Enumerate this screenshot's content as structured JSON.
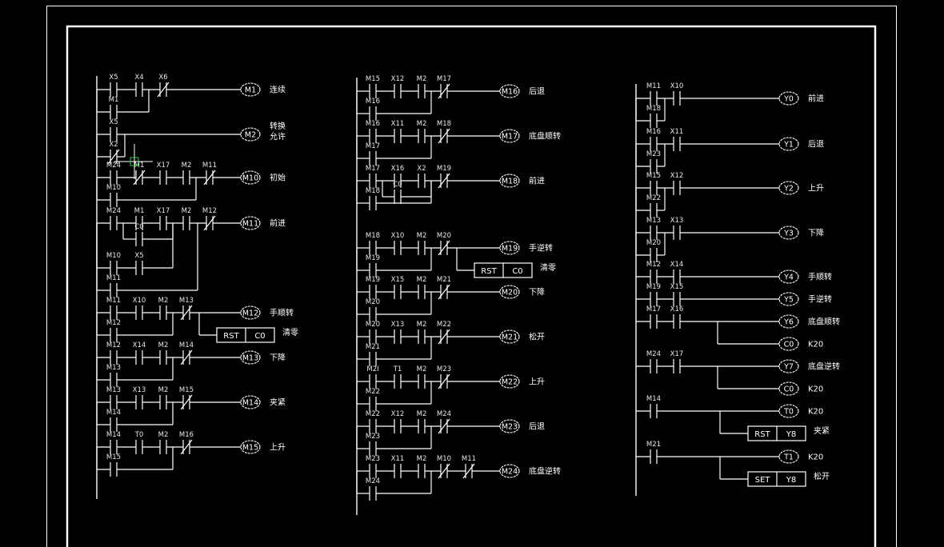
{
  "app": {
    "title": "PLC ladder diagram (CAD view)"
  },
  "cursor": {
    "label": "cad-crosshair-cursor",
    "pickbox_color": "#3cc85a"
  },
  "colors": {
    "background": "#000000",
    "lines": "#ffffff"
  },
  "columns": [
    {
      "name": "left",
      "rungs": [
        {
          "contacts": [
            {
              "l": "X5",
              "t": "no"
            },
            {
              "l": "X4",
              "t": "no"
            },
            {
              "l": "X6",
              "t": "nc"
            }
          ],
          "branches": [
            {
              "l": "M1",
              "t": "no",
              "from": 0,
              "to": 2
            }
          ],
          "coil": "M1",
          "comment": "连续"
        },
        {
          "contacts": [
            {
              "l": "X5",
              "t": "no"
            }
          ],
          "branches": [
            {
              "l": "X2",
              "t": "nc",
              "from": 0,
              "to": 1
            }
          ],
          "coil": "M2",
          "comment": "转换\n允许"
        },
        {
          "contacts": [
            {
              "l": "M24",
              "t": "no"
            },
            {
              "l": "M1",
              "t": "nc"
            },
            {
              "l": "X17",
              "t": "no"
            },
            {
              "l": "M2",
              "t": "no"
            },
            {
              "l": "M11",
              "t": "nc"
            }
          ],
          "branches": [
            {
              "l": "M10",
              "t": "no",
              "from": 0,
              "to": 4
            }
          ],
          "coil": "M10",
          "comment": "初始"
        },
        {
          "contacts": [
            {
              "l": "M24",
              "t": "no"
            },
            {
              "l": "M1",
              "t": "no"
            },
            {
              "l": "X17",
              "t": "no"
            },
            {
              "l": "M2",
              "t": "no"
            },
            {
              "l": "M12",
              "t": "nc"
            }
          ],
          "branches": [
            {
              "l": "C0",
              "t": "no",
              "from": 1,
              "to": 3,
              "col": 1
            },
            {
              "l": "M10",
              "t": "no",
              "from": 0,
              "to": 3,
              "extra": {
                "l": "X5",
                "t": "no"
              }
            },
            {
              "l": "M11",
              "t": "no",
              "from": 0,
              "to": 4
            }
          ],
          "coil": "M11",
          "comment": "前进"
        },
        {
          "contacts": [
            {
              "l": "M11",
              "t": "no"
            },
            {
              "l": "X10",
              "t": "no"
            },
            {
              "l": "M2",
              "t": "no"
            },
            {
              "l": "M13",
              "t": "nc"
            }
          ],
          "branches": [
            {
              "l": "M12",
              "t": "no",
              "from": 0,
              "to": 3
            }
          ],
          "coil": "M12",
          "comment": "手顺转",
          "box": {
            "op": "RST",
            "arg": "C0",
            "comment": "清零"
          }
        },
        {
          "contacts": [
            {
              "l": "M12",
              "t": "no"
            },
            {
              "l": "X14",
              "t": "no"
            },
            {
              "l": "M2",
              "t": "no"
            },
            {
              "l": "M14",
              "t": "nc"
            }
          ],
          "branches": [
            {
              "l": "M13",
              "t": "no",
              "from": 0,
              "to": 3
            }
          ],
          "coil": "M13",
          "comment": "下降"
        },
        {
          "contacts": [
            {
              "l": "M13",
              "t": "no"
            },
            {
              "l": "X13",
              "t": "no"
            },
            {
              "l": "M2",
              "t": "no"
            },
            {
              "l": "M15",
              "t": "nc"
            }
          ],
          "branches": [
            {
              "l": "M14",
              "t": "no",
              "from": 0,
              "to": 3
            }
          ],
          "coil": "M14",
          "comment": "夹紧"
        },
        {
          "contacts": [
            {
              "l": "M14",
              "t": "no"
            },
            {
              "l": "T0",
              "t": "no"
            },
            {
              "l": "M2",
              "t": "no"
            },
            {
              "l": "M16",
              "t": "nc"
            }
          ],
          "branches": [
            {
              "l": "M15",
              "t": "no",
              "from": 0,
              "to": 3
            }
          ],
          "coil": "M15",
          "comment": "上升"
        }
      ]
    },
    {
      "name": "middle",
      "rungs": [
        {
          "contacts": [
            {
              "l": "M15",
              "t": "no"
            },
            {
              "l": "X12",
              "t": "no"
            },
            {
              "l": "M2",
              "t": "no"
            },
            {
              "l": "M17",
              "t": "nc"
            }
          ],
          "branches": [
            {
              "l": "M16",
              "t": "no",
              "from": 0,
              "to": 3
            }
          ],
          "coil": "M16",
          "comment": "后退"
        },
        {
          "contacts": [
            {
              "l": "M16",
              "t": "no"
            },
            {
              "l": "X11",
              "t": "no"
            },
            {
              "l": "M2",
              "t": "no"
            },
            {
              "l": "M18",
              "t": "nc"
            }
          ],
          "branches": [
            {
              "l": "M17",
              "t": "no",
              "from": 0,
              "to": 3
            }
          ],
          "coil": "M17",
          "comment": "底盘顺转"
        },
        {
          "contacts": [
            {
              "l": "M17",
              "t": "no"
            },
            {
              "l": "X16",
              "t": "no"
            },
            {
              "l": "X2",
              "t": "no"
            },
            {
              "l": "M19",
              "t": "nc"
            }
          ],
          "branches": [
            {
              "l": "C0",
              "t": "no",
              "from": 1,
              "to": 3,
              "col": 1
            },
            {
              "l": "M18",
              "t": "no",
              "from": 0,
              "to": 3
            }
          ],
          "coil": "M18",
          "comment": "前进"
        },
        {
          "contacts": [
            {
              "l": "M18",
              "t": "no"
            },
            {
              "l": "X10",
              "t": "no"
            },
            {
              "l": "M2",
              "t": "no"
            },
            {
              "l": "M20",
              "t": "nc"
            }
          ],
          "branches": [
            {
              "l": "M19",
              "t": "no",
              "from": 0,
              "to": 3
            }
          ],
          "coil": "M19",
          "comment": "手逆转",
          "box": {
            "op": "RST",
            "arg": "C0",
            "comment": "清零"
          }
        },
        {
          "contacts": [
            {
              "l": "M19",
              "t": "no"
            },
            {
              "l": "X15",
              "t": "no"
            },
            {
              "l": "M2",
              "t": "no"
            },
            {
              "l": "M21",
              "t": "nc"
            }
          ],
          "branches": [
            {
              "l": "M20",
              "t": "no",
              "from": 0,
              "to": 3
            }
          ],
          "coil": "M20",
          "comment": "下降"
        },
        {
          "contacts": [
            {
              "l": "M20",
              "t": "no"
            },
            {
              "l": "X13",
              "t": "no"
            },
            {
              "l": "M2",
              "t": "no"
            },
            {
              "l": "M22",
              "t": "nc"
            }
          ],
          "branches": [
            {
              "l": "M21",
              "t": "no",
              "from": 0,
              "to": 3
            }
          ],
          "coil": "M21",
          "comment": "松开"
        },
        {
          "contacts": [
            {
              "l": "M2I",
              "t": "no"
            },
            {
              "l": "T1",
              "t": "no"
            },
            {
              "l": "M2",
              "t": "no"
            },
            {
              "l": "M23",
              "t": "nc"
            }
          ],
          "branches": [
            {
              "l": "M22",
              "t": "no",
              "from": 0,
              "to": 3
            }
          ],
          "coil": "M22",
          "comment": "上升"
        },
        {
          "contacts": [
            {
              "l": "M22",
              "t": "no"
            },
            {
              "l": "X12",
              "t": "no"
            },
            {
              "l": "M2",
              "t": "no"
            },
            {
              "l": "M24",
              "t": "nc"
            }
          ],
          "branches": [
            {
              "l": "M23",
              "t": "no",
              "from": 0,
              "to": 3
            }
          ],
          "coil": "M23",
          "comment": "后退"
        },
        {
          "contacts": [
            {
              "l": "M23",
              "t": "no"
            },
            {
              "l": "X11",
              "t": "no"
            },
            {
              "l": "M2",
              "t": "no"
            },
            {
              "l": "M10",
              "t": "nc"
            },
            {
              "l": "M11",
              "t": "nc"
            }
          ],
          "branches": [
            {
              "l": "M24",
              "t": "no",
              "from": 0,
              "to": 3
            }
          ],
          "coil": "M24",
          "comment": "底盘逆转"
        }
      ]
    },
    {
      "name": "right",
      "rungs": [
        {
          "contacts": [
            {
              "l": "M11",
              "t": "no"
            },
            {
              "l": "X10",
              "t": "no"
            }
          ],
          "branches": [
            {
              "l": "M18",
              "t": "no",
              "from": 0,
              "to": 1
            }
          ],
          "coil": "Y0",
          "comment": "前进"
        },
        {
          "contacts": [
            {
              "l": "M16",
              "t": "no"
            },
            {
              "l": "X11",
              "t": "no"
            }
          ],
          "branches": [
            {
              "l": "M23",
              "t": "no",
              "from": 0,
              "to": 1
            }
          ],
          "coil": "Y1",
          "comment": "后退"
        },
        {
          "contacts": [
            {
              "l": "M15",
              "t": "no"
            },
            {
              "l": "X12",
              "t": "no"
            }
          ],
          "branches": [
            {
              "l": "M22",
              "t": "no",
              "from": 0,
              "to": 1
            }
          ],
          "coil": "Y2",
          "comment": "上升"
        },
        {
          "contacts": [
            {
              "l": "M13",
              "t": "no"
            },
            {
              "l": "X13",
              "t": "no"
            }
          ],
          "branches": [
            {
              "l": "M20",
              "t": "no",
              "from": 0,
              "to": 1
            }
          ],
          "coil": "Y3",
          "comment": "下降"
        },
        {
          "contacts": [
            {
              "l": "M12",
              "t": "no"
            },
            {
              "l": "X14",
              "t": "no"
            }
          ],
          "branches": [],
          "coil": "Y4",
          "comment": "手顺转"
        },
        {
          "contacts": [
            {
              "l": "M19",
              "t": "no"
            },
            {
              "l": "X15",
              "t": "no"
            }
          ],
          "branches": [],
          "coil": "Y5",
          "comment": "手逆转"
        },
        {
          "contacts": [
            {
              "l": "M17",
              "t": "no"
            },
            {
              "l": "X16",
              "t": "no"
            }
          ],
          "branches": [],
          "coil": "Y6",
          "comment": "底盘顺转",
          "out2": {
            "coil": "C0",
            "comment": "K20"
          }
        },
        {
          "contacts": [
            {
              "l": "M24",
              "t": "no"
            },
            {
              "l": "X17",
              "t": "no"
            }
          ],
          "branches": [],
          "coil": "Y7",
          "comment": "底盘逆转",
          "out2": {
            "coil": "C0",
            "comment": "K20"
          }
        },
        {
          "contacts": [
            {
              "l": "M14",
              "t": "no"
            }
          ],
          "branches": [],
          "coil": "T0",
          "comment": "K20",
          "box": {
            "op": "RST",
            "arg": "Y8",
            "comment": "夹紧"
          }
        },
        {
          "contacts": [
            {
              "l": "M21",
              "t": "no"
            }
          ],
          "branches": [],
          "coil": "T1",
          "comment": "K20",
          "box": {
            "op": "SET",
            "arg": "Y8",
            "comment": "松开"
          }
        }
      ]
    }
  ]
}
